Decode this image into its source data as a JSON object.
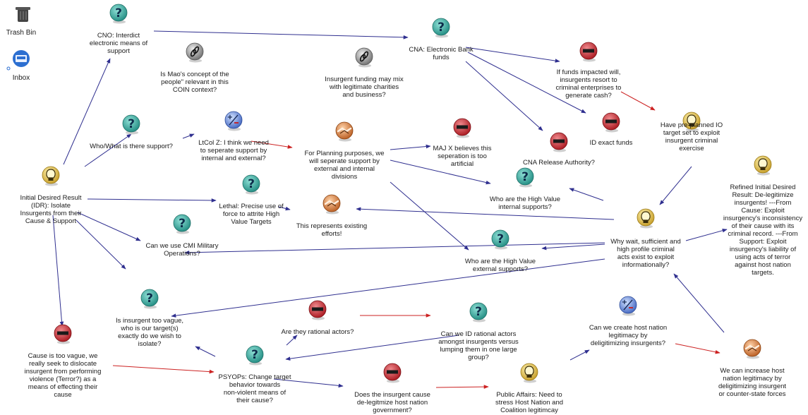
{
  "desktop": [
    {
      "id": "trash",
      "label": "Trash Bin",
      "icon": "trash-bin-icon"
    },
    {
      "id": "inbox",
      "label": "Inbox",
      "icon": "inbox-icon"
    }
  ],
  "icon_colors": {
    "question": "#2a9d93",
    "lightbulb": "#d9b43a",
    "minus": "#c0262d",
    "proscons": "#4a6fc9",
    "handshake": "#c96a2c",
    "link": "#777777",
    "arrow_blue": "#2f2f8f",
    "arrow_red": "#cc2222"
  },
  "nodes": [
    {
      "id": "cno",
      "type": "question",
      "lines": [
        "CNO:  Interdict",
        "electronic means of",
        "support"
      ]
    },
    {
      "id": "mao",
      "type": "link",
      "lines": [
        "Is Mao's concept of the",
        "people\" relevant in this",
        "COIN context?"
      ]
    },
    {
      "id": "funding_mix",
      "type": "link",
      "lines": [
        "Insurgent funding may mix",
        "with legitimate charities",
        "and business?"
      ]
    },
    {
      "id": "cna",
      "type": "question",
      "lines": [
        "CNA:  Electronic Bank",
        "funds"
      ]
    },
    {
      "id": "criminal",
      "type": "minus",
      "lines": [
        "If funds impacted will,",
        "insurgents resort to",
        "criminal enterprises to",
        "generate cash?"
      ]
    },
    {
      "id": "io_target",
      "type": "lightbulb",
      "lines": [
        "Have pre-planned IO",
        "target set to exploit",
        "insurgent criminal",
        "exercise"
      ]
    },
    {
      "id": "id_funds",
      "type": "minus",
      "lines": [
        "ID exact funds"
      ]
    },
    {
      "id": "cna_release",
      "type": "minus",
      "lines": [
        "CNA Release Authority?"
      ]
    },
    {
      "id": "who_support",
      "type": "question",
      "lines": [
        "Who/What is there support?"
      ]
    },
    {
      "id": "ltcol",
      "type": "proscons",
      "lines": [
        "LtCol Z: I think we need",
        "to seperate support by",
        "internal and external?"
      ]
    },
    {
      "id": "planning",
      "type": "handshake",
      "lines": [
        "For Planning purposes, we",
        "will seperate support by",
        "external and internal",
        "divisions"
      ]
    },
    {
      "id": "majx",
      "type": "minus",
      "lines": [
        "MAJ X believes this",
        "seperation is  too",
        "artificial"
      ]
    },
    {
      "id": "hv_internal",
      "type": "question",
      "lines": [
        "Who are the High Value",
        "internal supports?"
      ]
    },
    {
      "id": "idr",
      "type": "lightbulb",
      "lines": [
        "Initial Desired Result",
        "(IDR):  Isolate",
        "Insurgents from their",
        "Cause & Support"
      ]
    },
    {
      "id": "lethal",
      "type": "question",
      "lines": [
        "Lethal:  Precise use of",
        "force to attrite High",
        "Value Targets"
      ]
    },
    {
      "id": "existing",
      "type": "handshake",
      "lines": [
        "This represents existing",
        "efforts!"
      ]
    },
    {
      "id": "refined",
      "type": "lightbulb",
      "lines": [
        "Refined Initial Desired",
        "Result:  De-legitimize",
        "insurgents!  ---From",
        "Cause: Exploit",
        "insurgency's inconsistency",
        "of their cause with its",
        "criminal record.  ---From",
        "Support:  Exploit",
        "insurgency's liability of",
        "using acts of terror",
        "against host nation",
        "targets."
      ]
    },
    {
      "id": "why_wait",
      "type": "lightbulb",
      "lines": [
        "Why wait, sufficient and",
        "high profile criminal",
        "acts exist to exploit",
        "informationally?"
      ]
    },
    {
      "id": "cmi",
      "type": "question",
      "lines": [
        "Can we use CMI Military",
        "Operations?"
      ]
    },
    {
      "id": "hv_external",
      "type": "question",
      "lines": [
        "Who are the High Value",
        "external supports?"
      ]
    },
    {
      "id": "vague",
      "type": "question",
      "lines": [
        "Is insurgent too vague,",
        "who is our target(s)",
        "exactly do we wish to",
        "isolate?"
      ]
    },
    {
      "id": "rational",
      "type": "minus",
      "lines": [
        "Are they rational actors?"
      ]
    },
    {
      "id": "id_rational",
      "type": "question",
      "lines": [
        "Can we ID rational actors",
        "amongst insurgents versus",
        "lumping them in one large",
        "group?"
      ]
    },
    {
      "id": "host_legit",
      "type": "proscons",
      "lines": [
        "Can we create host nation",
        "legitimacy by",
        "deligitimizing insurgents?"
      ]
    },
    {
      "id": "cause_vague",
      "type": "minus",
      "lines": [
        "Cause is too vague, we",
        "really seek to dislocate",
        "insurgent from performing",
        "violence (Terror?) as a",
        "means of effecting their",
        "cause"
      ]
    },
    {
      "id": "psyops",
      "type": "question",
      "lines": [
        "PSYOPs: Change target",
        "behavior towards",
        "non-violent means of",
        "their cause?"
      ]
    },
    {
      "id": "delegit",
      "type": "minus",
      "lines": [
        "Does the insurgent cause",
        "de-legitmize host nation",
        "government?"
      ]
    },
    {
      "id": "public",
      "type": "lightbulb",
      "lines": [
        "Public Affairs:  Need to",
        "stress Host Nation and",
        "Coalition legitimcay"
      ]
    },
    {
      "id": "increase",
      "type": "handshake",
      "lines": [
        "We can increase host",
        "nation legitimacy by",
        "deligitimizing insurgent",
        "or counter-state forces"
      ]
    }
  ]
}
